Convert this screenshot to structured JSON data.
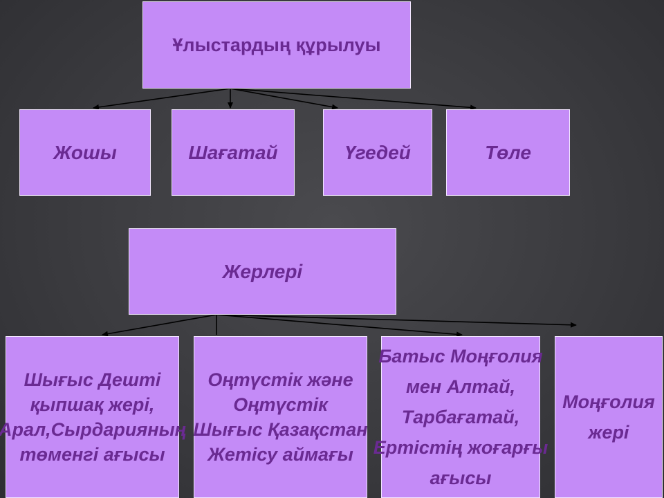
{
  "root": {
    "label": "Ұлыстардың құрылуы"
  },
  "uluses": [
    {
      "label": "Жошы"
    },
    {
      "label": "Шағатай"
    },
    {
      "label": "Үгедей"
    },
    {
      "label": "Төле"
    }
  ],
  "lands": {
    "label": "Жерлері"
  },
  "territories": [
    {
      "lines": [
        "Шығыс Дешті",
        "қыпшақ жері,",
        "Арал,Сырдарияның",
        "төменгі ағысы"
      ]
    },
    {
      "lines": [
        "Оңтүстік және",
        "Оңтүстік",
        "Шығыс Қазақстан",
        "Жетісу аймағы"
      ]
    },
    {
      "lines": [
        "Батыс Моңғолия",
        "мен Алтай,",
        "Тарбағатай,",
        "Ертістің жоғарғы",
        "ағысы"
      ]
    },
    {
      "lines": [
        "Моңғолия",
        "жері"
      ]
    }
  ],
  "colors": {
    "box_fill": "#c48bf7",
    "box_border": "#f2e6ff",
    "text": "#6a2a92",
    "background": "#3b3b3f",
    "connector": "#000000"
  }
}
